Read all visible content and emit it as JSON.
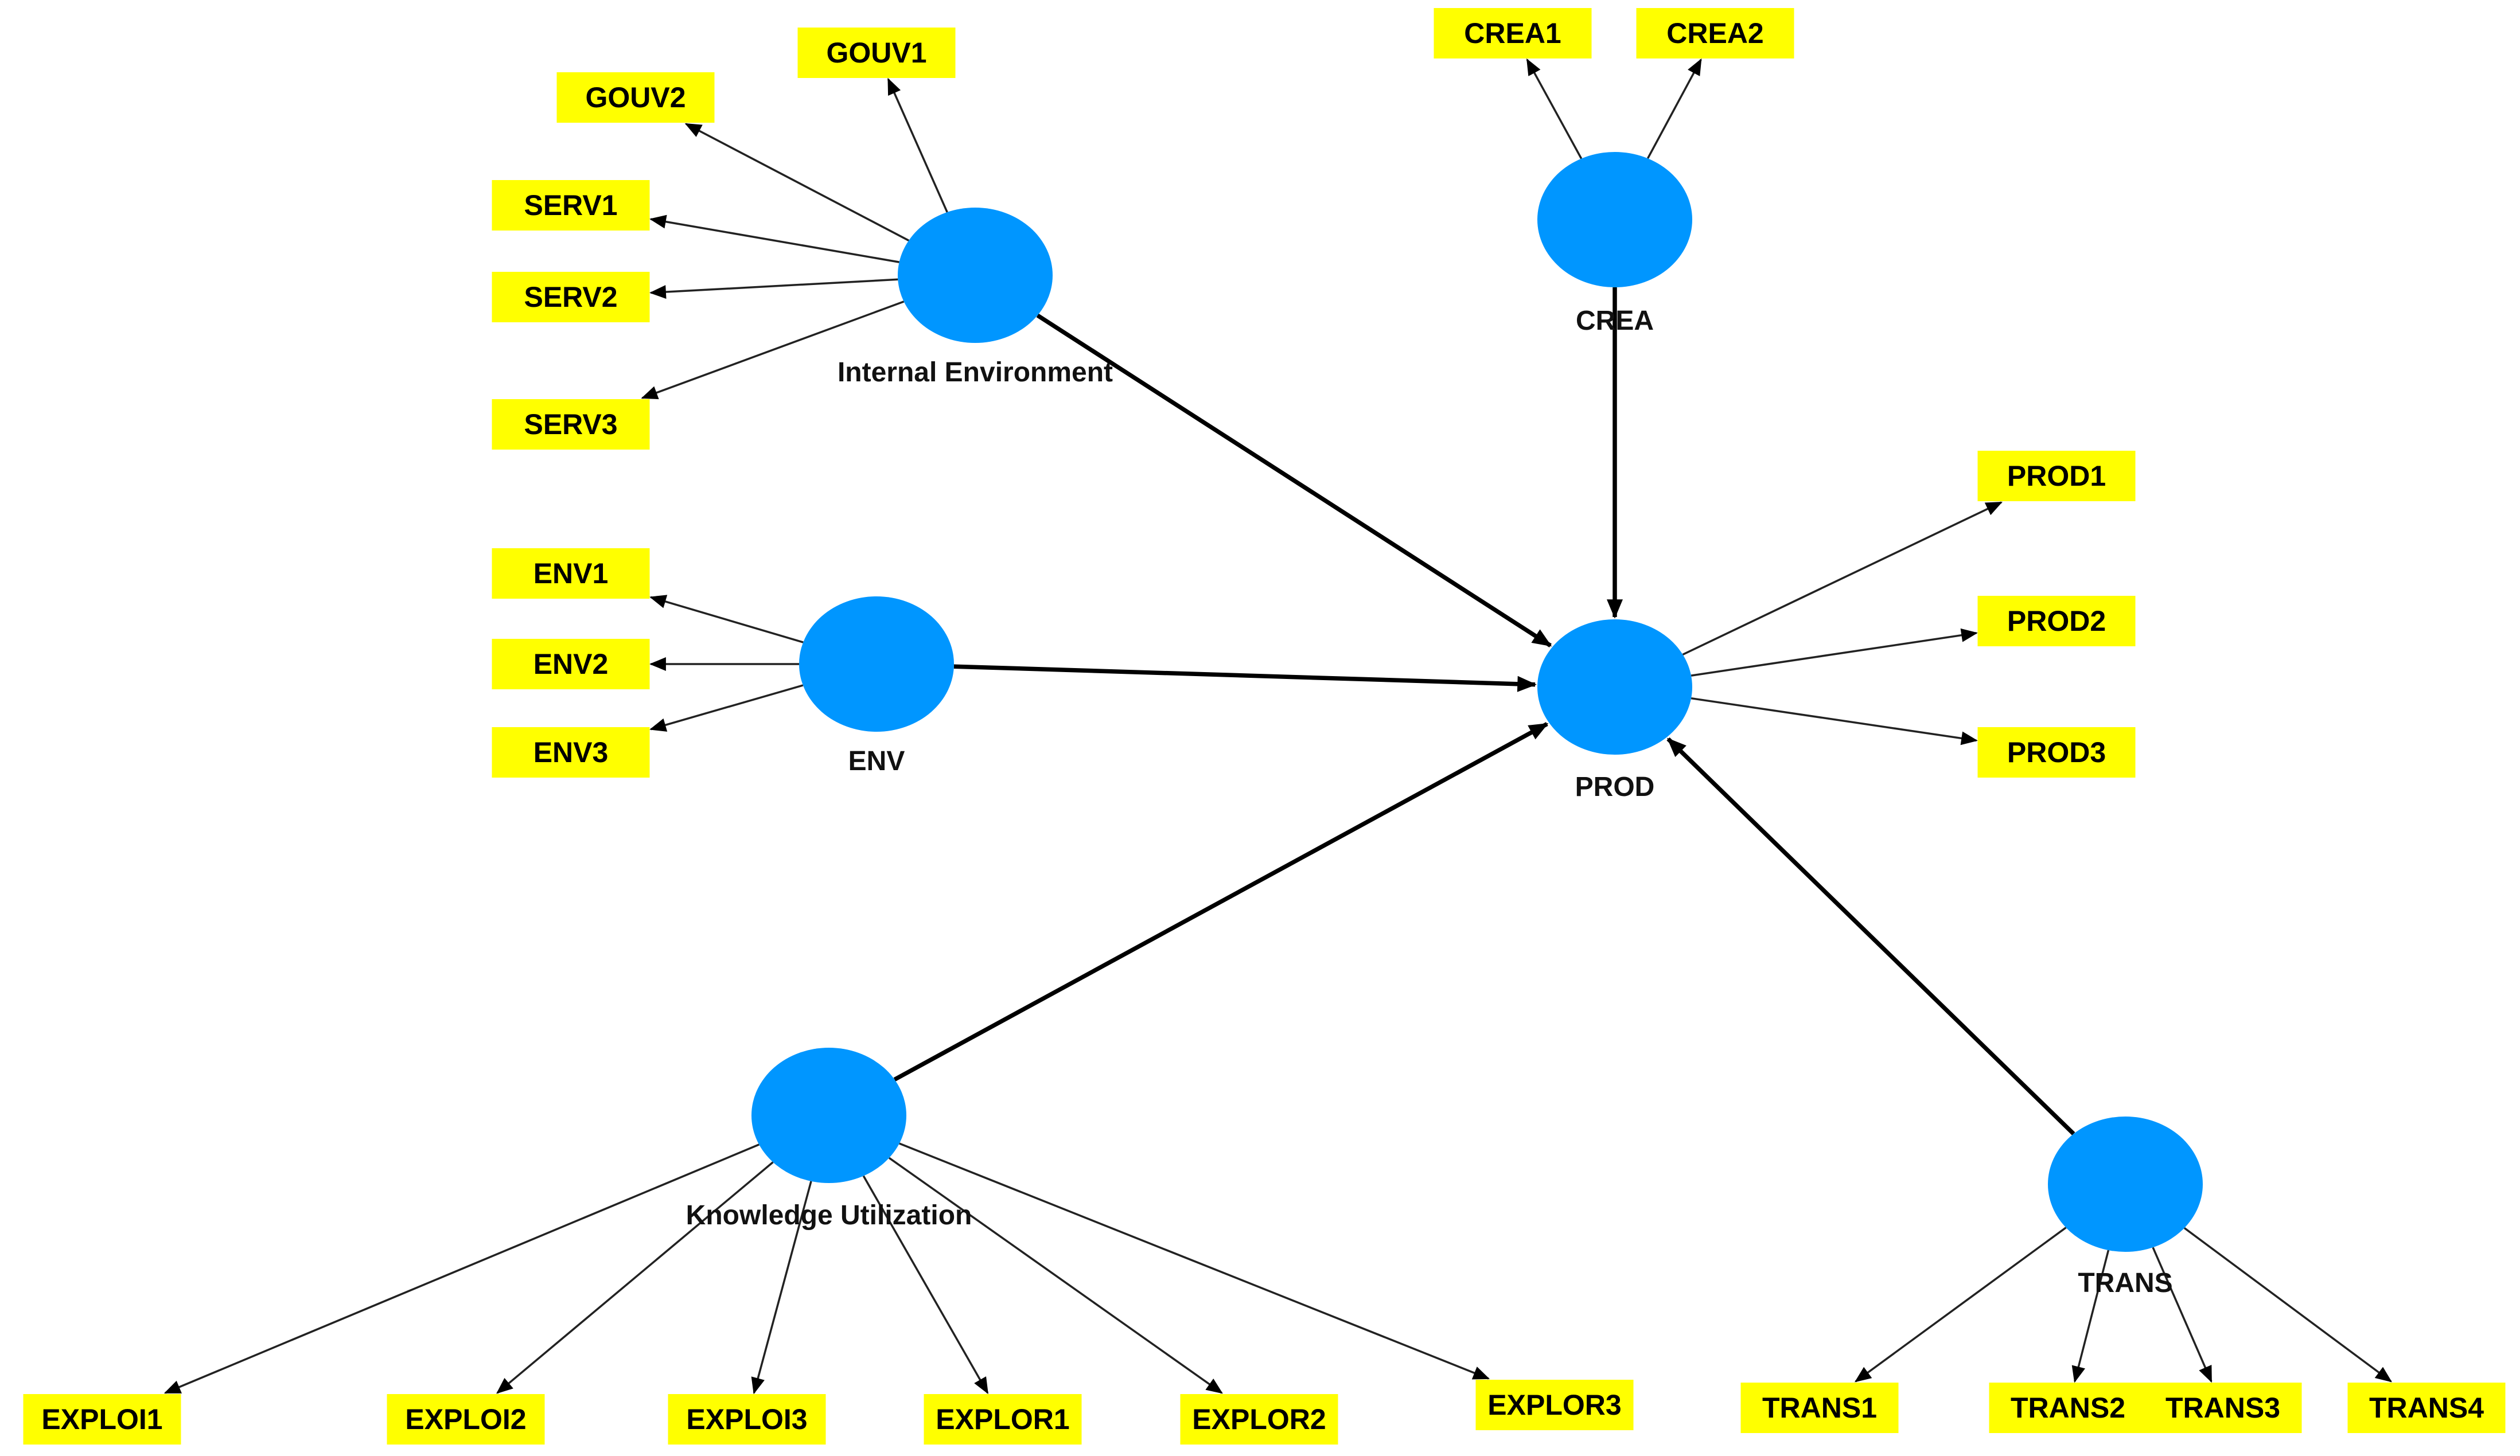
{
  "colors": {
    "latent_fill": "#0096FF",
    "indicator_fill": "#FFFF00",
    "text": "#000000",
    "edge": "#000000"
  },
  "latent_variables": [
    {
      "id": "internal_environment",
      "label": "Internal Environment"
    },
    {
      "id": "crea",
      "label": "CREA"
    },
    {
      "id": "env",
      "label": "ENV"
    },
    {
      "id": "prod",
      "label": "PROD"
    },
    {
      "id": "knowledge_utilization",
      "label": "Knowledge Utilization"
    },
    {
      "id": "trans",
      "label": "TRANS"
    }
  ],
  "indicators": [
    {
      "id": "GOUV1",
      "label": "GOUV1",
      "latent": "internal_environment"
    },
    {
      "id": "GOUV2",
      "label": "GOUV2",
      "latent": "internal_environment"
    },
    {
      "id": "SERV1",
      "label": "SERV1",
      "latent": "internal_environment"
    },
    {
      "id": "SERV2",
      "label": "SERV2",
      "latent": "internal_environment"
    },
    {
      "id": "SERV3",
      "label": "SERV3",
      "latent": "internal_environment"
    },
    {
      "id": "CREA1",
      "label": "CREA1",
      "latent": "crea"
    },
    {
      "id": "CREA2",
      "label": "CREA2",
      "latent": "crea"
    },
    {
      "id": "ENV1",
      "label": "ENV1",
      "latent": "env"
    },
    {
      "id": "ENV2",
      "label": "ENV2",
      "latent": "env"
    },
    {
      "id": "ENV3",
      "label": "ENV3",
      "latent": "env"
    },
    {
      "id": "PROD1",
      "label": "PROD1",
      "latent": "prod"
    },
    {
      "id": "PROD2",
      "label": "PROD2",
      "latent": "prod"
    },
    {
      "id": "PROD3",
      "label": "PROD3",
      "latent": "prod"
    },
    {
      "id": "EXPLOI1",
      "label": "EXPLOI1",
      "latent": "knowledge_utilization"
    },
    {
      "id": "EXPLOI2",
      "label": "EXPLOI2",
      "latent": "knowledge_utilization"
    },
    {
      "id": "EXPLOI3",
      "label": "EXPLOI3",
      "latent": "knowledge_utilization"
    },
    {
      "id": "EXPLOR1",
      "label": "EXPLOR1",
      "latent": "knowledge_utilization"
    },
    {
      "id": "EXPLOR2",
      "label": "EXPLOR2",
      "latent": "knowledge_utilization"
    },
    {
      "id": "EXPLOR3",
      "label": "EXPLOR3",
      "latent": "knowledge_utilization"
    },
    {
      "id": "TRANS1",
      "label": "TRANS1",
      "latent": "trans"
    },
    {
      "id": "TRANS2",
      "label": "TRANS2",
      "latent": "trans"
    },
    {
      "id": "TRANS3",
      "label": "TRANS3",
      "latent": "trans"
    },
    {
      "id": "TRANS4",
      "label": "TRANS4",
      "latent": "trans"
    }
  ],
  "structural_paths": [
    {
      "from": "internal_environment",
      "to": "prod"
    },
    {
      "from": "crea",
      "to": "prod"
    },
    {
      "from": "env",
      "to": "prod"
    },
    {
      "from": "knowledge_utilization",
      "to": "prod"
    },
    {
      "from": "trans",
      "to": "prod"
    }
  ]
}
